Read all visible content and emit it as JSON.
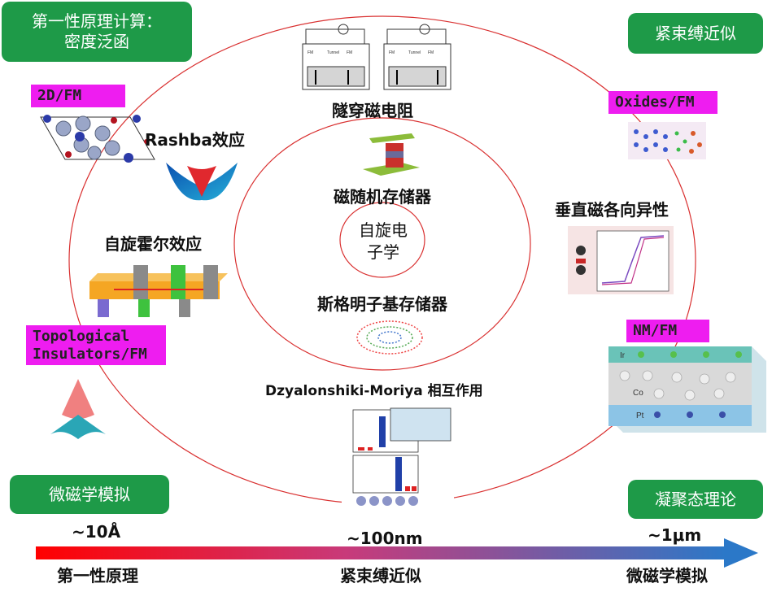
{
  "corner_boxes": {
    "top_left": "第一性原理计算：\n密度泛函",
    "top_right": "紧束缚近似",
    "bottom_left": "微磁学模拟",
    "bottom_right": "凝聚态理论"
  },
  "tags": {
    "tag_2dfm": "2D/FM",
    "tag_oxides": "Oxides/FM",
    "tag_ti": "Topological\nInsulators/FM",
    "tag_nmfm": "NM/FM"
  },
  "labels": {
    "rashba": "Rashba效应",
    "spin_hall": "自旋霍尔效应",
    "tunnel_mr": "隧穿磁电阻",
    "mram": "磁随机存储器",
    "center": "自旋电\n子学",
    "skyrmion": "斯格明子基存储器",
    "dmi": "Dzyalonshiki-Moriya 相互作用",
    "pma": "垂直磁各向异性"
  },
  "scale": {
    "tick1": "~10Å",
    "tick2": "~100nm",
    "tick3": "~1μm",
    "axis1": "第一性原理",
    "axis2": "紧束缚近似",
    "axis3": "微磁学模拟"
  },
  "colors": {
    "green": "#1e9a48",
    "magenta": "#ee1df0",
    "ring": "#d93030",
    "arrow_start": "#ff0000",
    "arrow_end": "#2b78c8"
  }
}
